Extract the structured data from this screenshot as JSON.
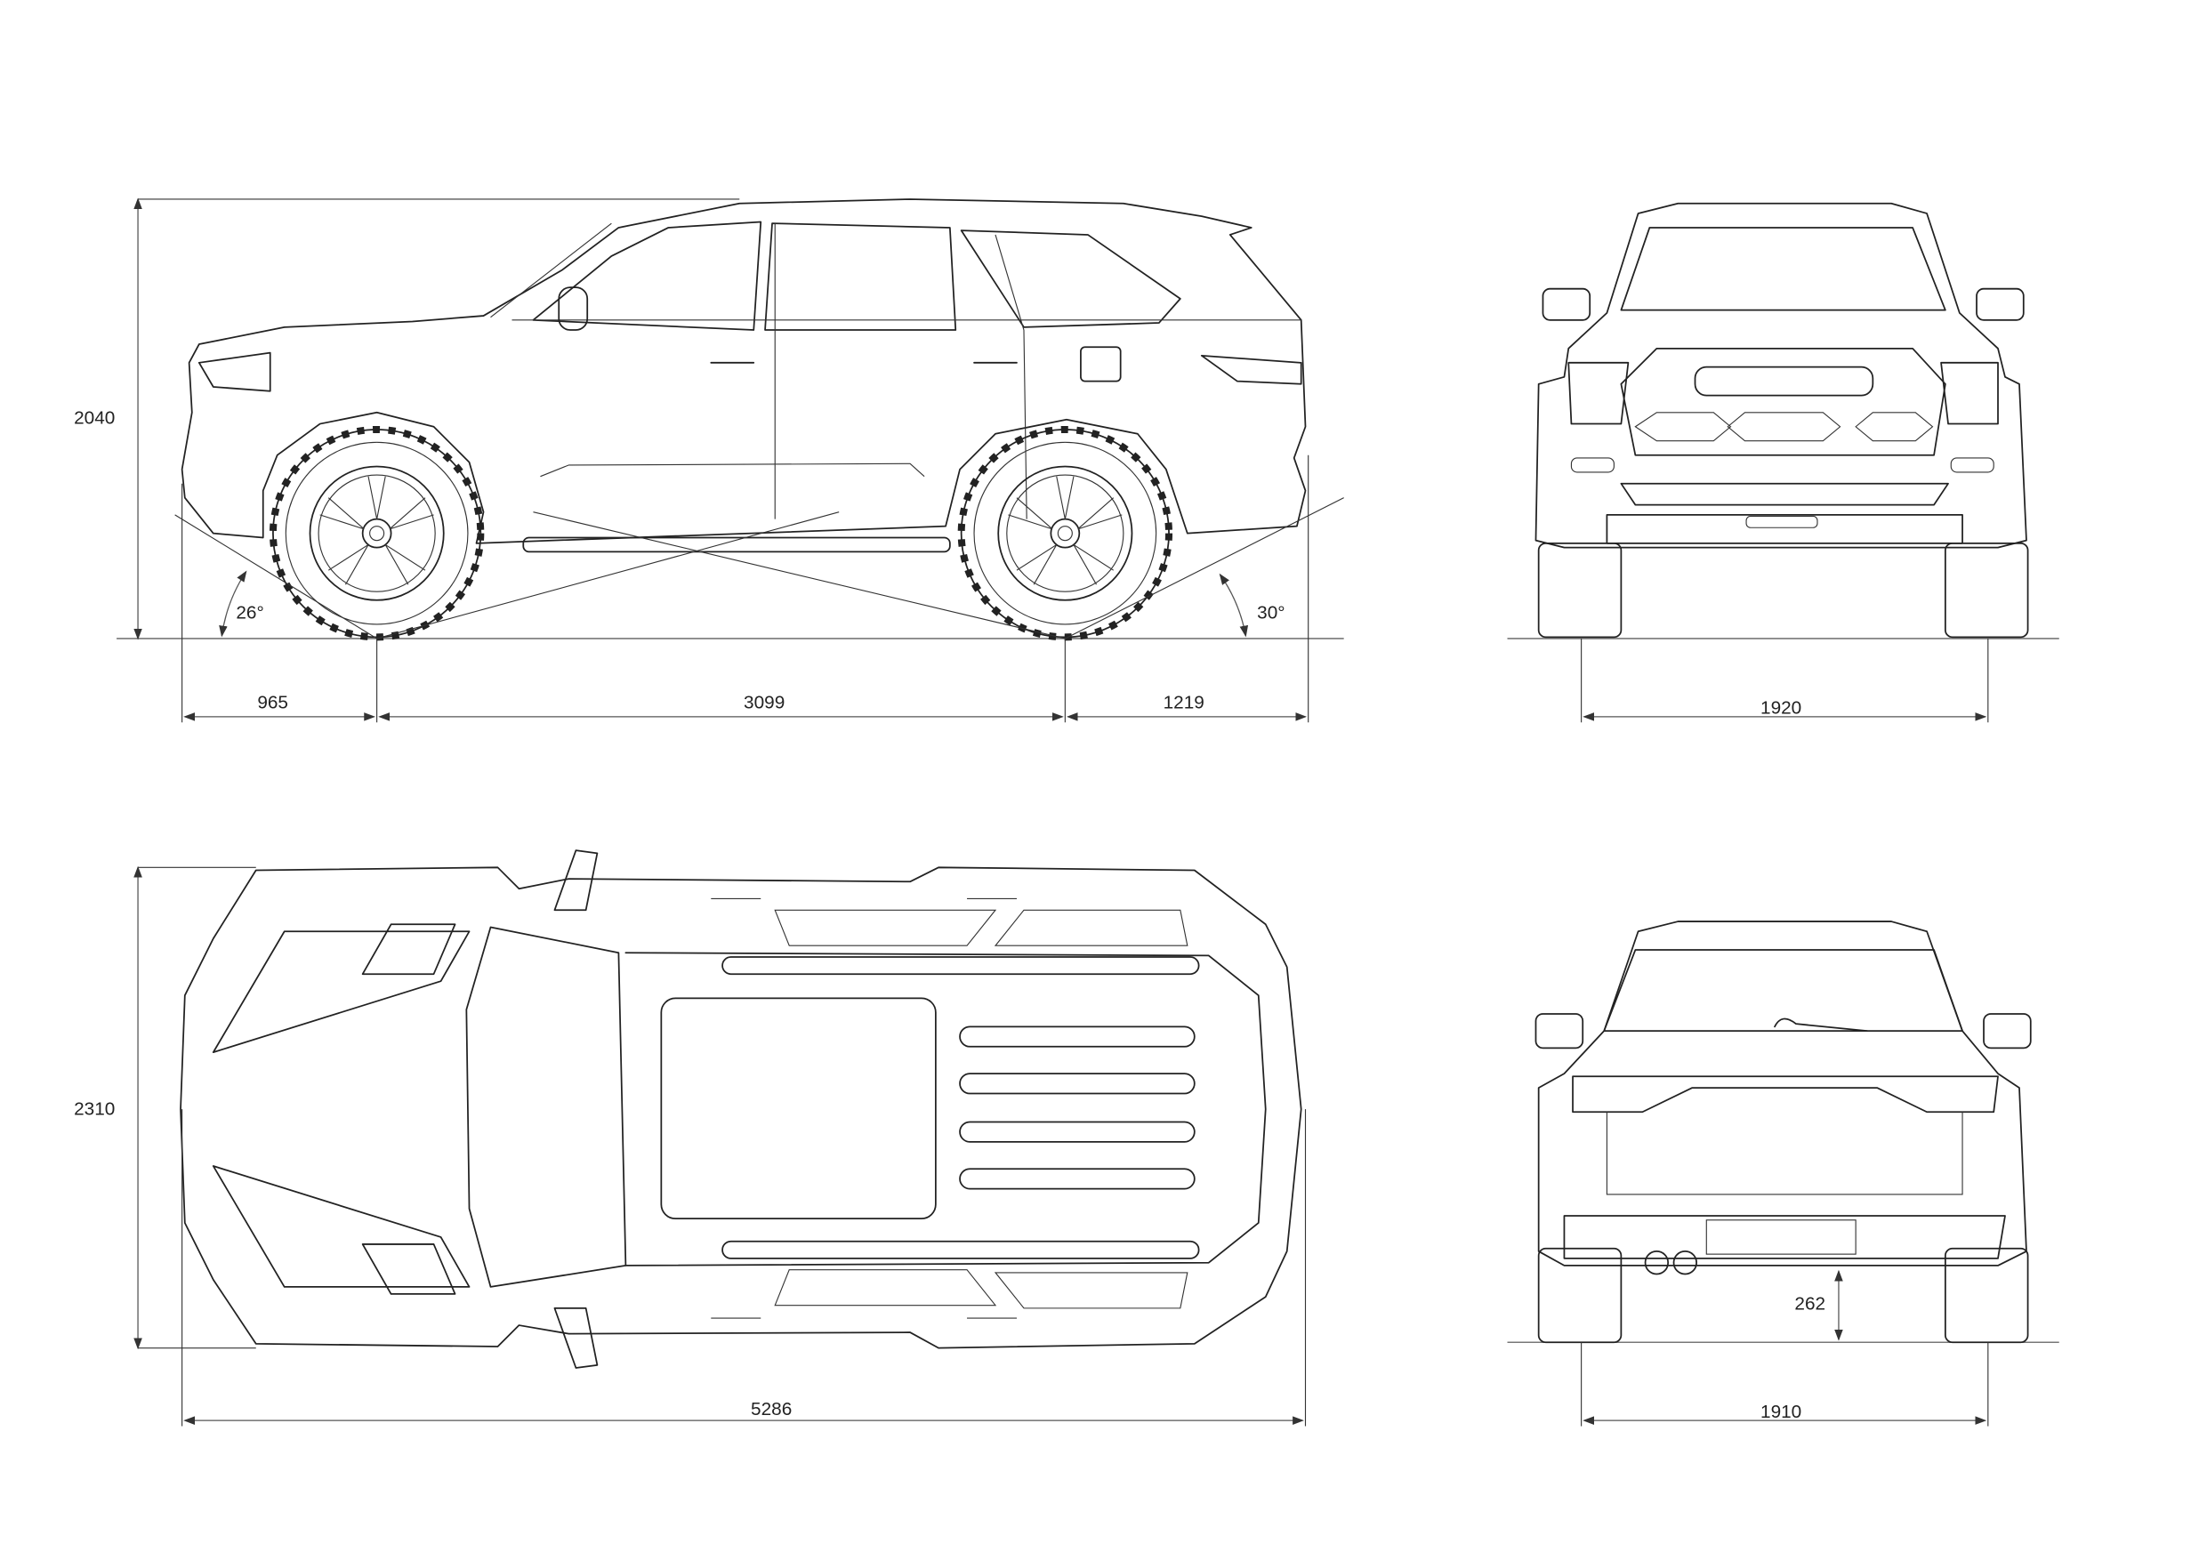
{
  "side_view": {
    "height": "2040",
    "front_overhang": "965",
    "wheelbase": "3099",
    "rear_overhang": "1219",
    "approach_angle": "26°",
    "departure_angle": "30°"
  },
  "front_view": {
    "track_width": "1920"
  },
  "top_view": {
    "width": "2310",
    "length": "5286"
  },
  "rear_view": {
    "ground_clearance": "262",
    "track_width": "1910"
  }
}
